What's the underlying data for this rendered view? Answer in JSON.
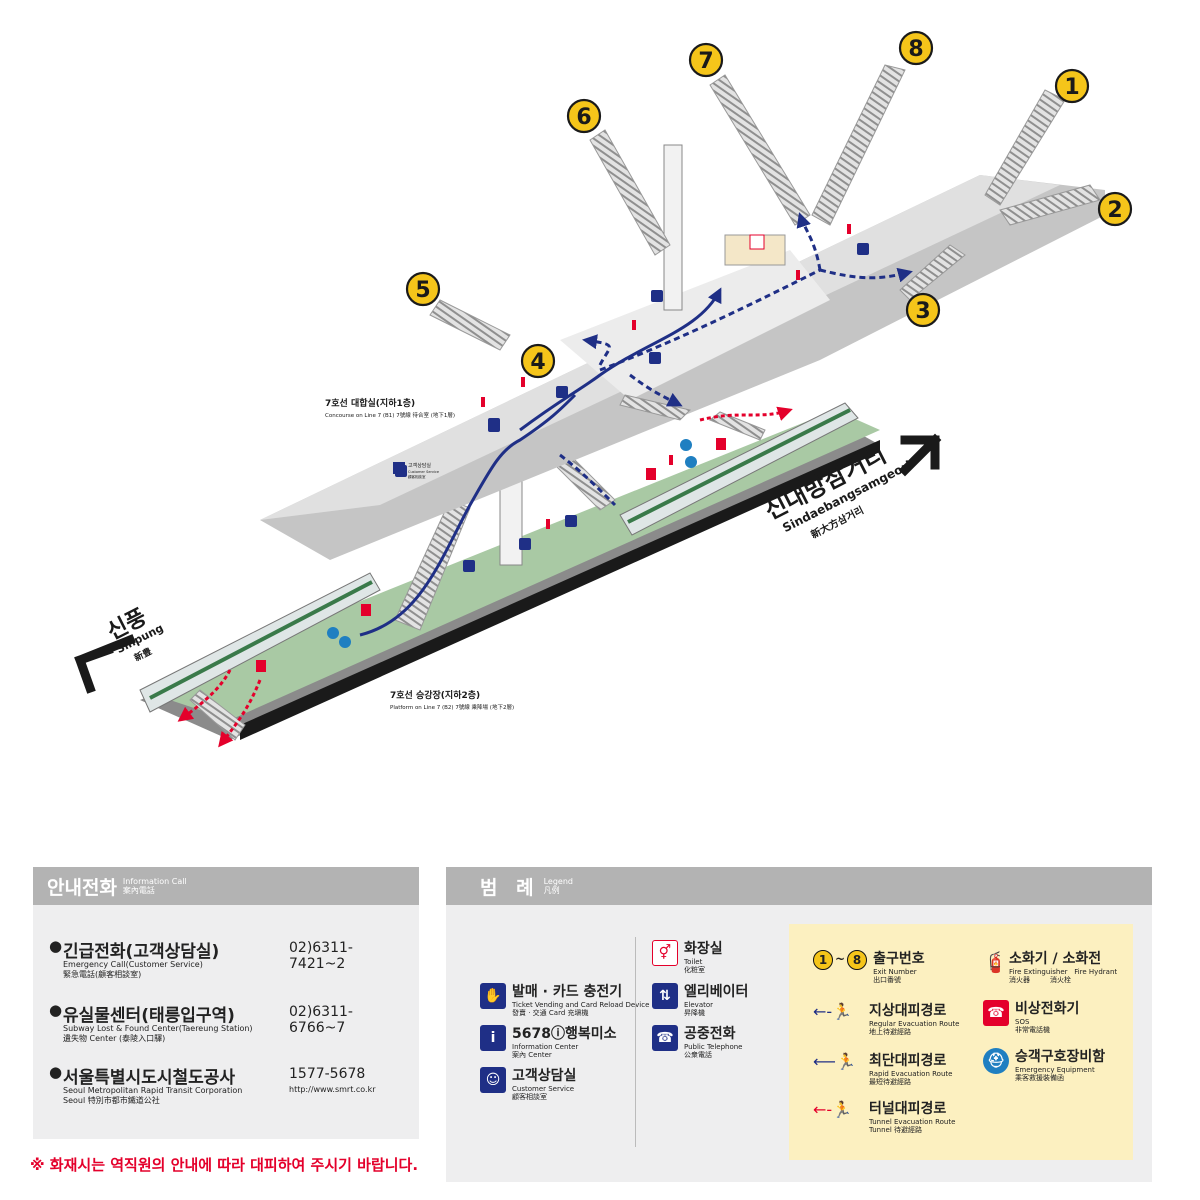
{
  "map": {
    "exits": [
      "1",
      "2",
      "3",
      "4",
      "5",
      "6",
      "7",
      "8"
    ],
    "concourse_label": "7호선 대합실(지하1층)",
    "concourse_sub": "Concourse on Line 7 (B1) 7號線 待合室 (地下1層)",
    "platform_label": "7호선 승강장(지하2층)",
    "platform_sub": "Platform on Line 7 (B2) 7號線 乘降場 (地下2層)",
    "customer_service_ko": "고객상담실",
    "customer_service_en": "Customer Service",
    "customer_service_cn": "顧客相談室",
    "direction_right": {
      "ko": "신대방삼거리",
      "en": "Sindaebangsamgeori",
      "cn": "新大方삼거리"
    },
    "direction_left": {
      "ko": "신풍",
      "en": "Sinpung",
      "cn": "新豊"
    }
  },
  "info_panel": {
    "title_ko": "안내전화",
    "title_en": "Information Call",
    "title_cn": "案內電話",
    "rows": [
      {
        "name": "긴급전화(고객상담실)",
        "sub1": "Emergency Call(Customer Service)",
        "sub2": "緊急電話(顧客相談室)",
        "number": "02)6311-7421~2",
        "url": ""
      },
      {
        "name": "유실물센터(태릉입구역)",
        "sub1": "Subway Lost & Found Center(Taereung Station)",
        "sub2": "遺失物 Center (泰陵入口驛)",
        "number": "02)6311-6766~7",
        "url": ""
      },
      {
        "name": "서울특별시도시철도공사",
        "sub1": "Seoul Metropolitan Rapid Transit Corporation",
        "sub2": "Seoul 特別市都市鐵道公社",
        "number": "1577-5678",
        "url": "http://www.smrt.co.kr"
      }
    ],
    "notice": "※ 화재시는 역직원의 안내에 따라 대피하여 주시기 바랍니다."
  },
  "legend": {
    "title_ko": "범 례",
    "title_en": "Legend",
    "title_cn": "凡例",
    "items": {
      "ticket": {
        "ko": "발매 · 카드 충전기",
        "en": "Ticket Vending and Card Reload Device",
        "cn": "發賣 · 交通 Card 充塡機"
      },
      "info": {
        "ko": "5678ⓘ행복미소",
        "en": "Information Center",
        "cn": "案內 Center"
      },
      "customer": {
        "ko": "고객상담실",
        "en": "Customer Service",
        "cn": "顧客相談室"
      },
      "toilet": {
        "ko": "화장실",
        "en": "Toilet",
        "cn": "化粧室"
      },
      "elevator": {
        "ko": "엘리베이터",
        "en": "Elevator",
        "cn": "昇降機"
      },
      "phone": {
        "ko": "공중전화",
        "en": "Public Telephone",
        "cn": "公衆電話"
      },
      "exit_range": {
        "from": "1",
        "to": "8"
      },
      "exit_number": {
        "ko": "출구번호",
        "en": "Exit Number",
        "cn": "出口番號"
      },
      "regular_route": {
        "ko": "지상대피경로",
        "en": "Regular Evacuation Route",
        "cn": "地上待避經路"
      },
      "rapid_route": {
        "ko": "최단대피경로",
        "en": "Rapid Evacuation Route",
        "cn": "最短待避經路"
      },
      "tunnel_route": {
        "ko": "터널대피경로",
        "en": "Tunnel Evacuation Route",
        "cn": "Tunnel 待避經路"
      },
      "extinguisher": {
        "ko": "소화기 / 소화전",
        "en1": "Fire Extinguisher",
        "cn1": "消火器",
        "en2": "Fire Hydrant",
        "cn2": "消火栓"
      },
      "sos": {
        "ko": "비상전화기",
        "en": "SOS",
        "cn": "非常電話機"
      },
      "emergency_equipment": {
        "ko": "승객구호장비함",
        "en": "Emergency Equipment",
        "cn": "乘客救援裝備函"
      }
    }
  },
  "colors": {
    "exit_badge": "#f5c51a",
    "route_blue": "#1f2f86",
    "route_red": "#e4002b",
    "platform_green": "#a9c9a4",
    "panel_header": "#b3b3b3",
    "legend_highlight": "#fcf0c0"
  }
}
